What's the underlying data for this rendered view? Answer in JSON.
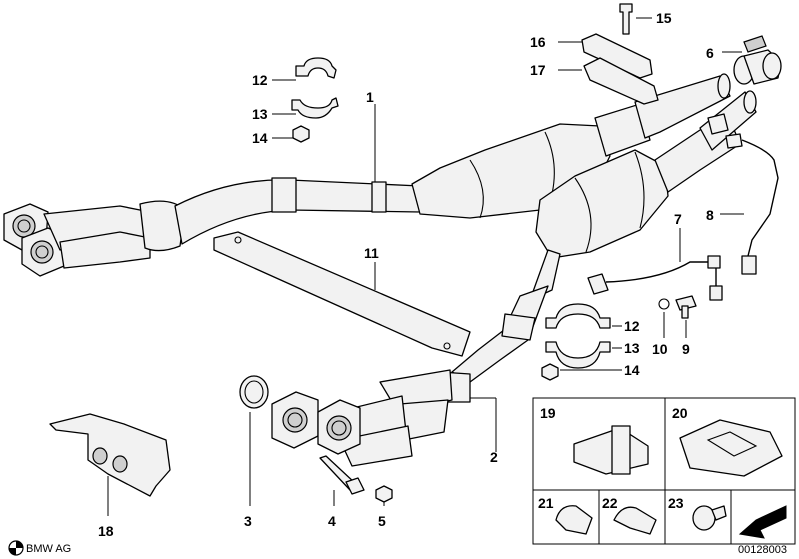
{
  "callouts": {
    "n1": "1",
    "n2": "2",
    "n3": "3",
    "n4": "4",
    "n5": "5",
    "n6": "6",
    "n7": "7",
    "n8": "8",
    "n9": "9",
    "n10": "10",
    "n11": "11",
    "n12a": "12",
    "n13a": "13",
    "n14a": "14",
    "n12b": "12",
    "n13b": "13",
    "n14b": "14",
    "n15": "15",
    "n16": "16",
    "n17": "17",
    "n18": "18",
    "n19": "19",
    "n20": "20",
    "n21": "21",
    "n22": "22",
    "n23": "23"
  },
  "footer": {
    "brand": "BMW AG",
    "diagram_id": "00128003"
  }
}
